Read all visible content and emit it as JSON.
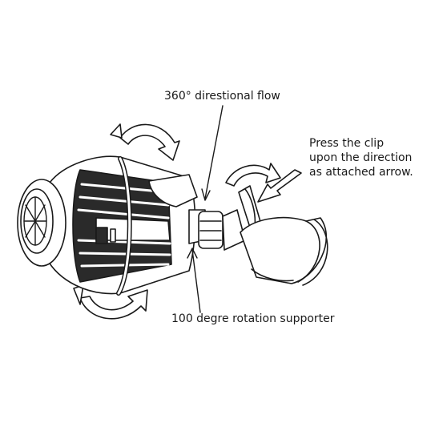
{
  "labels": {
    "flow": "360° direstional flow",
    "clip_line1": "Press the clip",
    "clip_line2": "upon the direction",
    "clip_line3": "as attached arrow.",
    "support": "100 degre rotation supporter"
  },
  "colors": {
    "ink": "#1a1a1a",
    "fill_dark": "#2a2a2a",
    "fill_light": "#ffffff"
  }
}
